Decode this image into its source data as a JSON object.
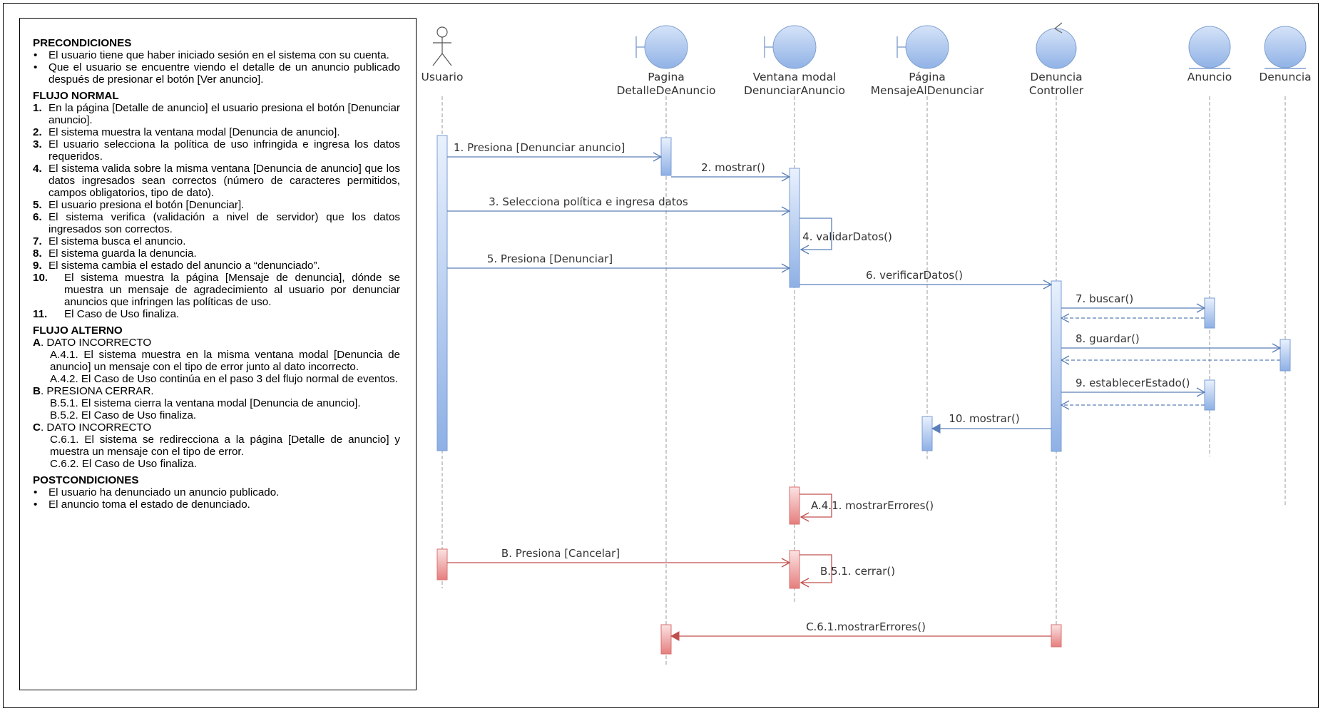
{
  "text_panel": {
    "pre_title": "PRECONDICIONES",
    "pre": [
      "El usuario tiene que haber iniciado sesión en el sistema con su cuenta.",
      "Que el usuario se encuentre viendo el detalle de un anuncio publicado después de presionar el botón [Ver anuncio]."
    ],
    "flow_title": "FLUJO NORMAL",
    "flow": [
      {
        "n": "1.",
        "t": "En la página [Detalle de anuncio] el usuario presiona el botón [Denunciar anuncio]."
      },
      {
        "n": "2.",
        "t": "El sistema muestra la ventana modal [Denuncia de anuncio]."
      },
      {
        "n": "3.",
        "t": "El usuario selecciona la política de uso infringida e ingresa los datos requeridos."
      },
      {
        "n": "4.",
        "t": "El sistema valida sobre la misma ventana [Denuncia de anuncio] que los datos ingresados sean correctos (número de caracteres permitidos, campos obligatorios, tipo de dato)."
      },
      {
        "n": "5.",
        "t": "El usuario presiona el botón [Denunciar]."
      },
      {
        "n": "6.",
        "t": "El sistema verifica (validación a nivel de servidor) que los datos ingresados son correctos."
      },
      {
        "n": "7.",
        "t": "El sistema busca el anuncio."
      },
      {
        "n": "8.",
        "t": "El sistema guarda la denuncia."
      },
      {
        "n": "9.",
        "t": "El sistema cambia el estado del anuncio a “denunciado”."
      },
      {
        "n": "10.",
        "t": "El sistema muestra la página [Mensaje de denuncia], dónde se muestra un mensaje de agradecimiento al usuario por denunciar anuncios que infringen las políticas de uso."
      },
      {
        "n": "11.",
        "t": "El Caso de Uso finaliza."
      }
    ],
    "alt_title": "FLUJO ALTERNO",
    "alt": [
      {
        "letter": "A",
        "title": ". DATO INCORRECTO",
        "items": [
          "A.4.1. El sistema muestra en la misma ventana modal [Denuncia de anuncio] un mensaje con el tipo de error junto al dato incorrecto.",
          "A.4.2. El Caso de Uso continúa en el paso 3 del flujo normal de eventos."
        ]
      },
      {
        "letter": "B",
        "title": ". PRESIONA CERRAR.",
        "items": [
          "B.5.1. El sistema cierra la ventana modal [Denuncia de anuncio].",
          "B.5.2. El Caso de Uso finaliza."
        ]
      },
      {
        "letter": "C",
        "title": ". DATO INCORRECTO",
        "items": [
          "C.6.1. El sistema se redirecciona a la página [Detalle de anuncio] y muestra un mensaje con el tipo de error.",
          "C.6.2. El Caso de Uso finaliza."
        ]
      }
    ],
    "post_title": "POSTCONDICIONES",
    "post": [
      "El usuario ha denunciado un anuncio publicado.",
      "El anuncio toma el estado de denunciado."
    ]
  },
  "lifelines": [
    {
      "id": "usuario",
      "kind": "actor",
      "label": [
        "Usuario"
      ]
    },
    {
      "id": "pagina_detalle",
      "kind": "boundary",
      "label": [
        "Pagina",
        "DetalleDeAnuncio"
      ]
    },
    {
      "id": "ventana_modal",
      "kind": "boundary",
      "label": [
        "Ventana modal",
        "DenunciarAnuncio"
      ]
    },
    {
      "id": "pagina_mensaje",
      "kind": "boundary",
      "label": [
        "Página",
        "MensajeAlDenunciar"
      ]
    },
    {
      "id": "controller",
      "kind": "control",
      "label": [
        "Denuncia",
        "Controller"
      ]
    },
    {
      "id": "anuncio",
      "kind": "entity",
      "label": [
        "Anuncio"
      ]
    },
    {
      "id": "denuncia",
      "kind": "entity",
      "label": [
        "Denuncia"
      ]
    }
  ],
  "messages": [
    {
      "label": "1. Presiona [Denunciar anuncio]",
      "from": "usuario",
      "to": "pagina_detalle",
      "type": "call",
      "color": "blue"
    },
    {
      "label": "2. mostrar()",
      "from": "pagina_detalle",
      "to": "ventana_modal",
      "type": "call",
      "color": "blue"
    },
    {
      "label": "3. Selecciona política e ingresa datos",
      "from": "usuario",
      "to": "ventana_modal",
      "type": "call",
      "color": "blue"
    },
    {
      "label": "4. validarDatos()",
      "from": "ventana_modal",
      "to": "ventana_modal",
      "type": "self",
      "color": "blue"
    },
    {
      "label": "5. Presiona [Denunciar]",
      "from": "usuario",
      "to": "ventana_modal",
      "type": "call",
      "color": "blue"
    },
    {
      "label": "6. verificarDatos()",
      "from": "ventana_modal",
      "to": "controller",
      "type": "call",
      "color": "blue"
    },
    {
      "label": "7. buscar()",
      "from": "controller",
      "to": "anuncio",
      "type": "call",
      "color": "blue"
    },
    {
      "label": "",
      "from": "anuncio",
      "to": "controller",
      "type": "return",
      "color": "blue"
    },
    {
      "label": "8. guardar()",
      "from": "controller",
      "to": "denuncia",
      "type": "call",
      "color": "blue"
    },
    {
      "label": "",
      "from": "denuncia",
      "to": "controller",
      "type": "return",
      "color": "blue"
    },
    {
      "label": "9. establecerEstado()",
      "from": "controller",
      "to": "anuncio",
      "type": "call",
      "color": "blue"
    },
    {
      "label": "",
      "from": "anuncio",
      "to": "controller",
      "type": "return",
      "color": "blue"
    },
    {
      "label": "10. mostrar()",
      "from": "controller",
      "to": "pagina_mensaje",
      "type": "call",
      "color": "blue"
    },
    {
      "label": "A.4.1. mostrarErrores()",
      "from": "ventana_modal",
      "to": "ventana_modal",
      "type": "self",
      "color": "red"
    },
    {
      "label": "B. Presiona [Cancelar]",
      "from": "usuario",
      "to": "ventana_modal",
      "type": "call",
      "color": "red"
    },
    {
      "label": "B.5.1. cerrar()",
      "from": "ventana_modal",
      "to": "ventana_modal",
      "type": "self",
      "color": "red"
    },
    {
      "label": "C.6.1.mostrarErrores()",
      "from": "controller",
      "to": "pagina_detalle",
      "type": "call",
      "color": "red"
    }
  ],
  "colors": {
    "normal_line": "#5b7fb8",
    "alternate_line": "#c0504d",
    "activation_blue": "#9dbbe8",
    "activation_red": "#ec8b8b",
    "lifeline_head": "#9dbbe8"
  }
}
